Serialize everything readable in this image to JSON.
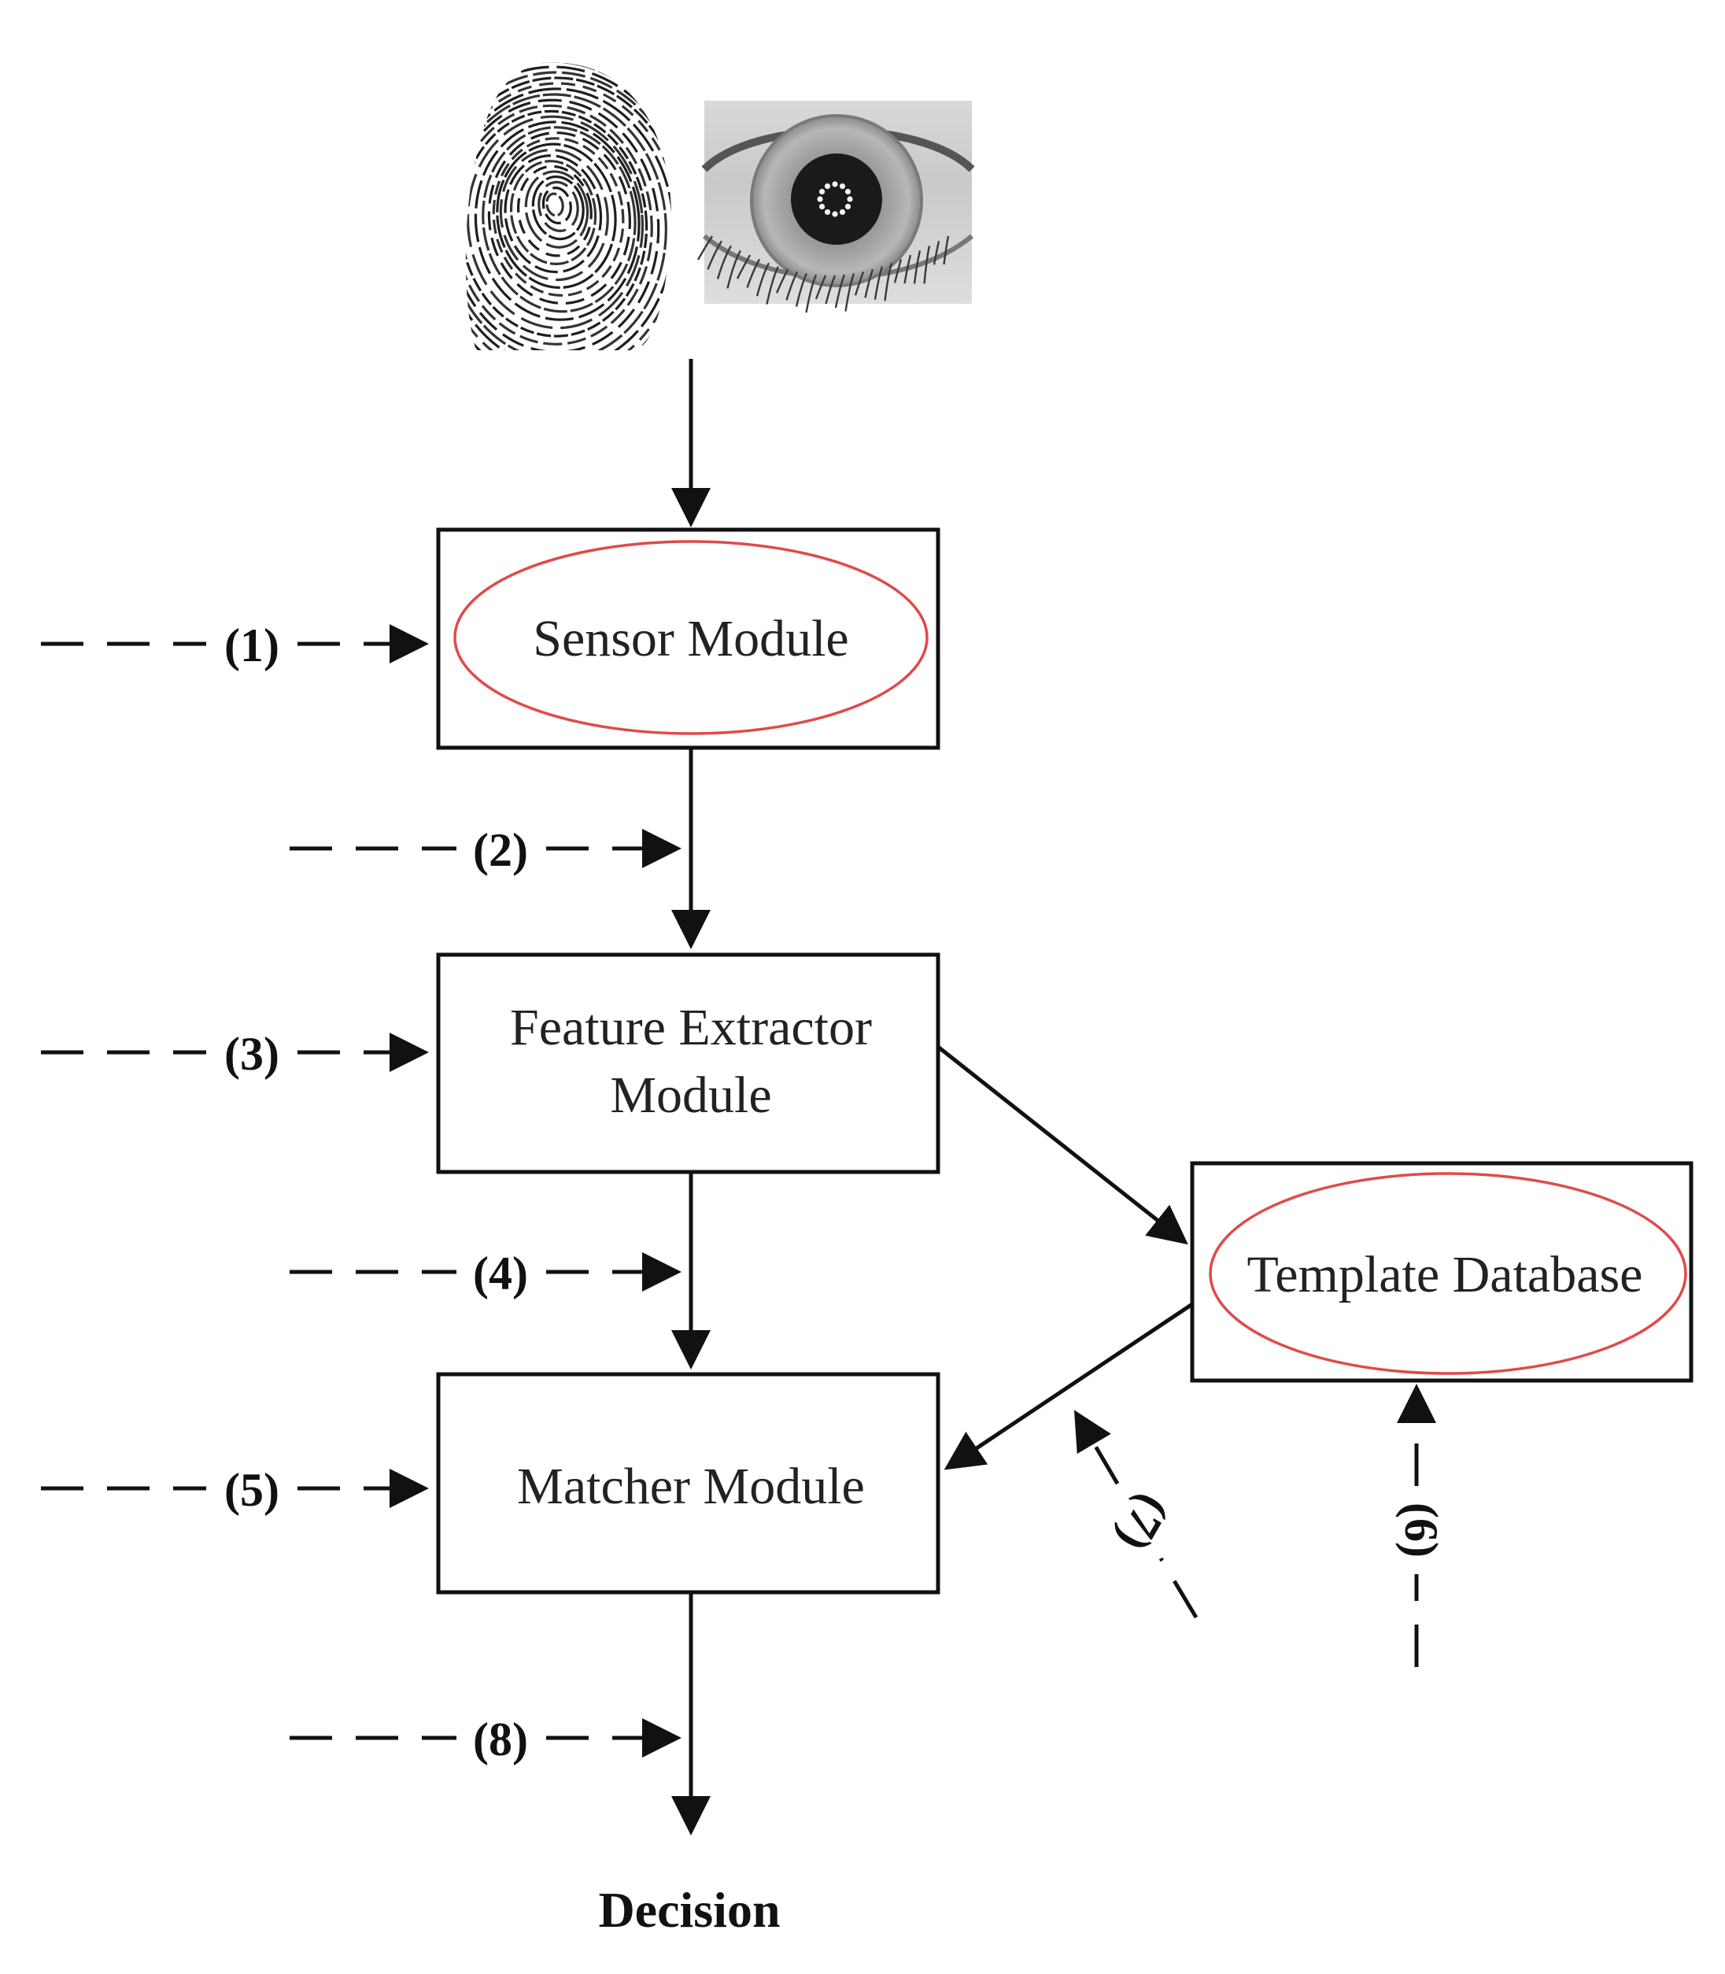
{
  "modules": {
    "sensor": {
      "label": "Sensor Module"
    },
    "feature_extractor": {
      "label_line1": "Feature Extractor",
      "label_line2": "Module"
    },
    "template_database": {
      "label": "Template Database"
    },
    "matcher": {
      "label": "Matcher Module"
    }
  },
  "output": {
    "label": "Decision"
  },
  "attack_points": [
    "(1)",
    "(2)",
    "(3)",
    "(4)",
    "(5)",
    "(6)",
    "(7)",
    "(8)"
  ],
  "inputs": [
    "fingerprint-image",
    "iris-image"
  ],
  "colors": {
    "box_stroke": "#111111",
    "highlight_ellipse": "#e04a4a",
    "arrow": "#111111"
  }
}
